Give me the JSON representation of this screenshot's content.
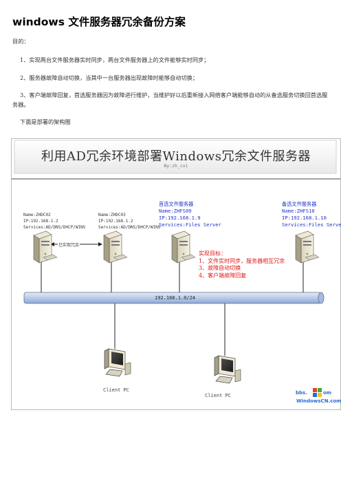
{
  "document": {
    "title": "windows 文件服务器冗余备份方案",
    "purpose_label": "目的：",
    "items": [
      "1、实现两台文件服务器实时同步，两台文件服务器上的文件能够实时同步；",
      "2、服务器故障自动切换，当其中一台服务器出现故障时能够自动切换；",
      "3、客户端故障回复，首选服务器因为故障进行维护，当维护好以后重新接入网络客户端能够自动的从备选服务切换回首选服务器。"
    ],
    "intro": "下面是部署的架构图"
  },
  "diagram": {
    "banner_title": "利用AD冗余环境部署Windows冗余文件服务器",
    "banner_subtitle": "By:zh_cxi",
    "servers": [
      {
        "name": "Name:ZHDC02",
        "ip": "IP:192.168.1.2",
        "services": "Services:AD/DNS/DHCP/WINS"
      },
      {
        "name": "Name:ZHDC03",
        "ip": "IP:192.168.1.2",
        "services": "Services:AD/DNS/DHCP/WINS"
      },
      {
        "role": "首选文件服务器",
        "name": "Name:ZHFS09",
        "ip": "IP:192.168.1.9",
        "services": "Services:Files Server"
      },
      {
        "role": "备选文件服务器",
        "name": "Name:ZHFS10",
        "ip": "IP:192.168.1.10",
        "services": "Services:Files Server"
      }
    ],
    "link_label": "已实现冗余",
    "goals_title": "实现目标：",
    "goals": [
      "1、文件实时同步，服务器相互冗余",
      "3、故障自动切换",
      "4、客户端故障回复"
    ],
    "network_label": "192.168.1.0/24",
    "client_labels": [
      "Client PC",
      "Client PC"
    ],
    "watermark_top": "bbs.",
    "watermark_top_right": "om",
    "watermark_bottom": "WindowsCN.com"
  },
  "colors": {
    "blue_text": "#1f33c8",
    "red_text": "#e01515",
    "network_bar": "#b9cbe8"
  }
}
